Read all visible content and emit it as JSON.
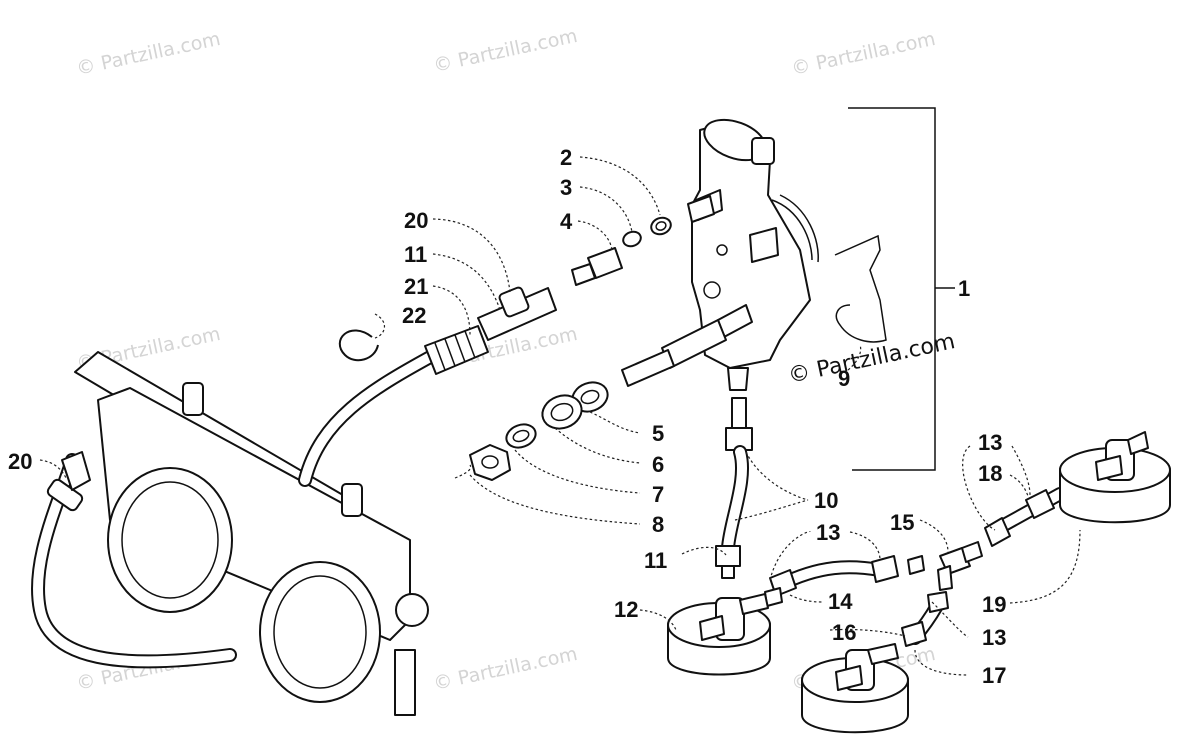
{
  "watermark": {
    "text": "© Partzilla.com"
  },
  "copyright": "© Partzilla.com",
  "callouts": {
    "c1": "1",
    "c2": "2",
    "c3": "3",
    "c4": "4",
    "c5": "5",
    "c6": "6",
    "c7": "7",
    "c8": "8",
    "c9": "9",
    "c10": "10",
    "c11a": "11",
    "c11b": "11",
    "c12": "12",
    "c13a": "13",
    "c13b": "13",
    "c13c": "13",
    "c14": "14",
    "c15": "15",
    "c16": "16",
    "c17": "17",
    "c18": "18",
    "c19": "19",
    "c20a": "20",
    "c20b": "20",
    "c21": "21",
    "c22": "22"
  }
}
